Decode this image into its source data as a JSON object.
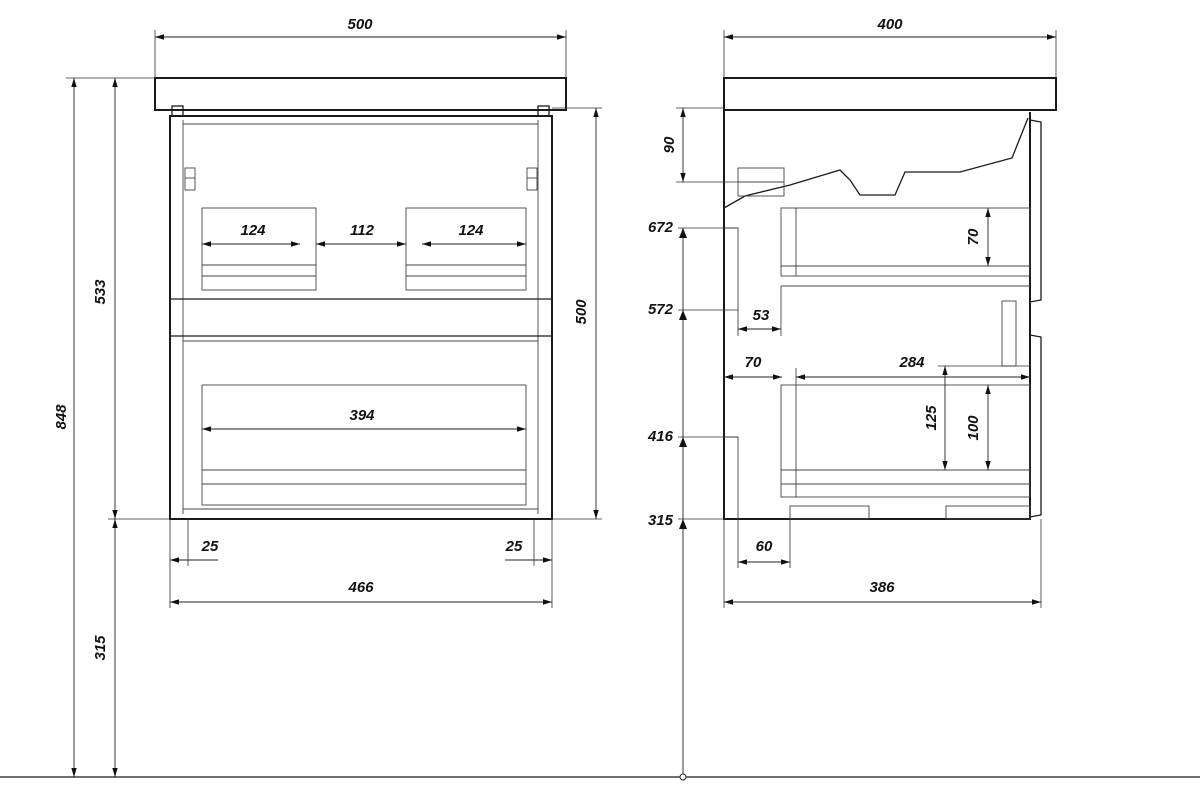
{
  "front_view": {
    "width_top": "500",
    "height_total": "848",
    "height_cabinet": "533",
    "height_floor": "315",
    "height_body": "500",
    "drawer1_left": "124",
    "drawer1_middle": "112",
    "drawer1_right": "124",
    "drawer2_inner": "394",
    "side_left": "25",
    "side_right": "25",
    "width_body": "466"
  },
  "side_view": {
    "depth_top": "400",
    "level_672": "672",
    "level_572": "572",
    "level_416": "416",
    "level_315": "315",
    "siphon_90": "90",
    "drawer1_height": "70",
    "offset_53": "53",
    "offset_70": "70",
    "drawer2_depth": "284",
    "drawer2_outer": "125",
    "drawer2_inner": "100",
    "offset_60": "60",
    "depth_body": "386"
  }
}
